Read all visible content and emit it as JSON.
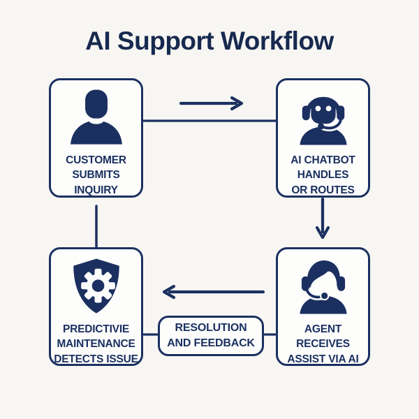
{
  "title": "AI Support Workflow",
  "colors": {
    "accent_navy": "#1b3060",
    "title_navy": "#17294e",
    "background": "#f7f6f3",
    "node_fill": "#fdfdfc"
  },
  "nodes": [
    {
      "id": "customer",
      "icon": "person-icon",
      "label": "CUSTOMER\nSUBMITS\nINQUIRY"
    },
    {
      "id": "chatbot",
      "icon": "chatbot-headset-icon",
      "label": "AI CHATBOT\nHANDLES\nOR ROUTES"
    },
    {
      "id": "agent",
      "icon": "agent-headset-icon",
      "label": "AGENT\nRECEIVES\nASSIST VIA AI"
    },
    {
      "id": "predictive-maintenance",
      "icon": "shield-gear-icon",
      "label": "PREDICTIVIE\nMAINTENANCE\nDETECTS ISSUE"
    }
  ],
  "connector_label": {
    "label": "RESOLUTION\nAND FEEDBACK"
  },
  "edges": [
    {
      "from": "customer",
      "to": "chatbot",
      "style": "arrow-right"
    },
    {
      "from": "chatbot",
      "to": "agent",
      "style": "arrow-down"
    },
    {
      "from": "agent",
      "to": "predictive-maintenance",
      "style": "arrow-left"
    },
    {
      "from": "predictive-maintenance",
      "to": "customer",
      "style": "plain-line"
    },
    {
      "from": "agent",
      "to": "predictive-maintenance",
      "style": "labeled-link",
      "label": "RESOLUTION\nAND FEEDBACK"
    }
  ]
}
